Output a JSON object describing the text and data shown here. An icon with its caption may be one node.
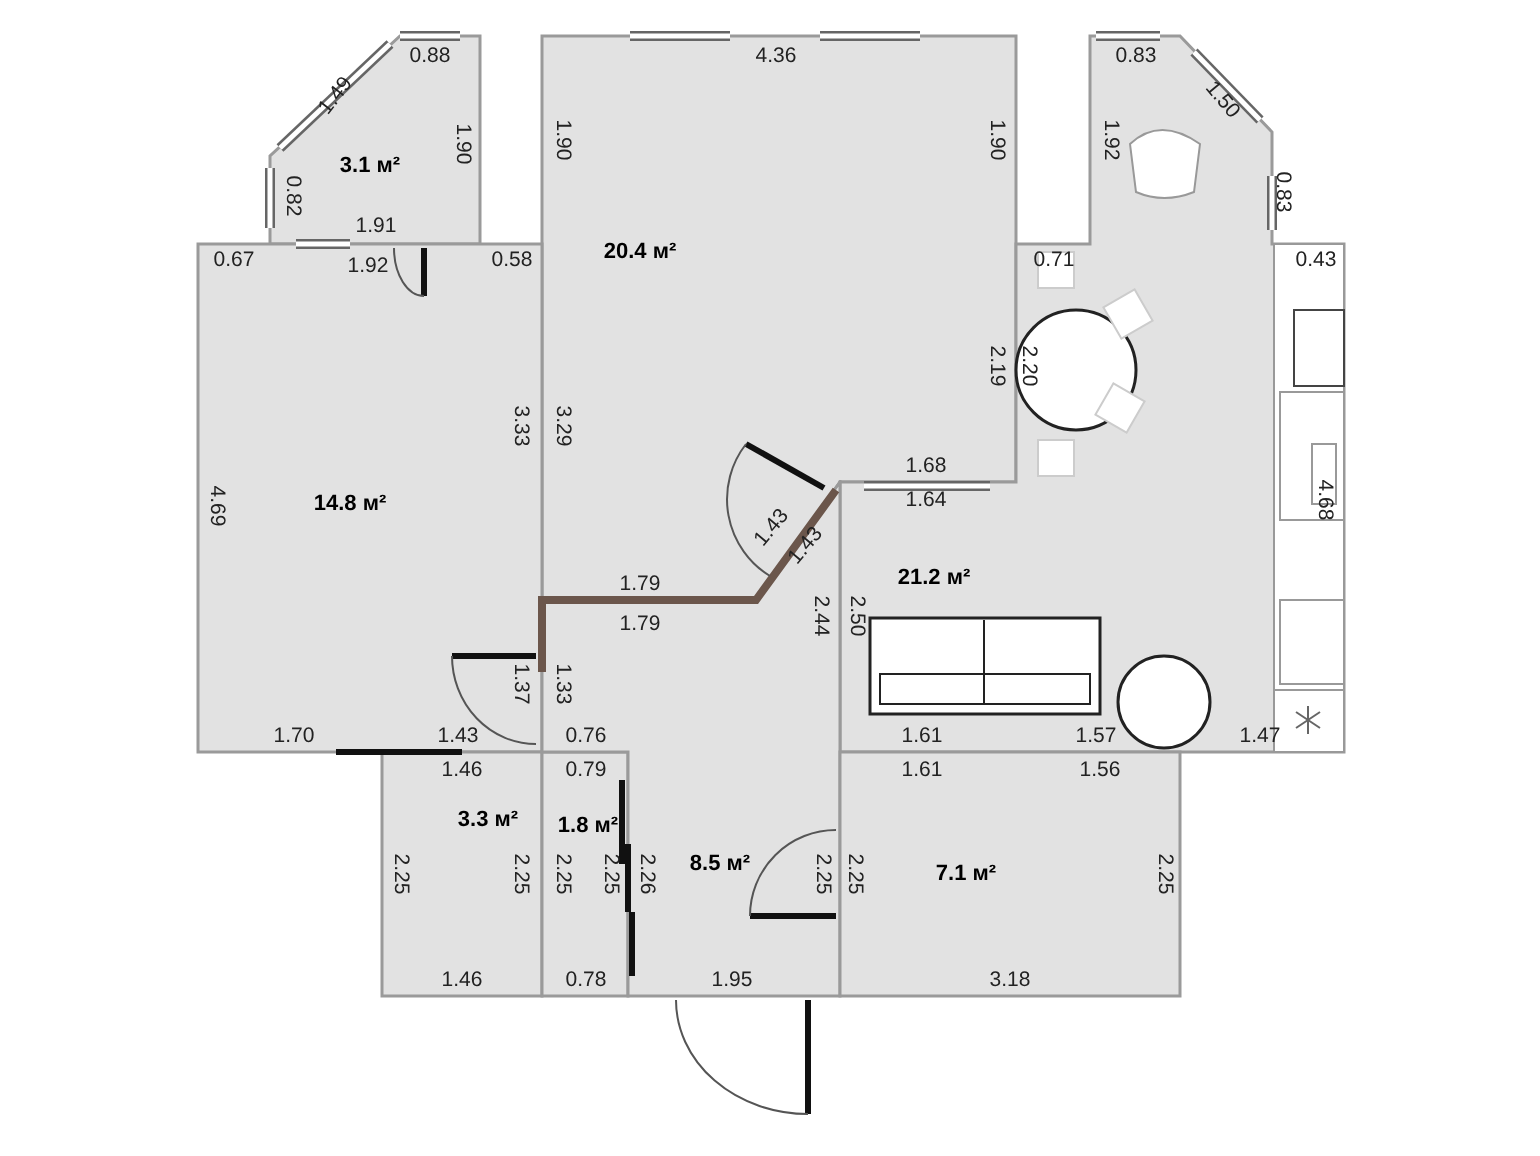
{
  "diagram": {
    "nodes": [
      {
        "text": [
          "3.1 м²"
        ]
      },
      {
        "text": [
          "20.4 м²"
        ]
      },
      {
        "text": [
          "14.8 м²"
        ]
      },
      {
        "text": [
          "21.2 м²"
        ]
      },
      {
        "text": [
          "3.3 м²"
        ]
      },
      {
        "text": [
          "1.8 м²"
        ]
      },
      {
        "text": [
          "8.5 м²"
        ]
      },
      {
        "text": [
          "7.1 м²"
        ]
      }
    ],
    "labels": [
      "0.88",
      "4.36",
      "0.83",
      "1.49",
      "1.50",
      "1.90",
      "1.90",
      "1.90",
      "1.92",
      "0.82",
      "0.83",
      "1.91",
      "0.67",
      "1.92",
      "0.58",
      "0.71",
      "0.43",
      "2.19",
      "2.20",
      "3.33",
      "3.29",
      "1.68",
      "4.69",
      "1.64",
      "4.68",
      "1.43",
      "1.43",
      "1.79",
      "1.79",
      "2.44",
      "2.50",
      "1.37",
      "1.33",
      "1.70",
      "1.43",
      "0.76",
      "1.61",
      "1.57",
      "1.47",
      "1.46",
      "0.79",
      "1.61",
      "1.56",
      "2.25",
      "2.25",
      "2.25",
      "2.25",
      "2.26",
      "2.25",
      "2.25",
      "2.25",
      "1.46",
      "0.78",
      "1.95",
      "3.18"
    ]
  }
}
